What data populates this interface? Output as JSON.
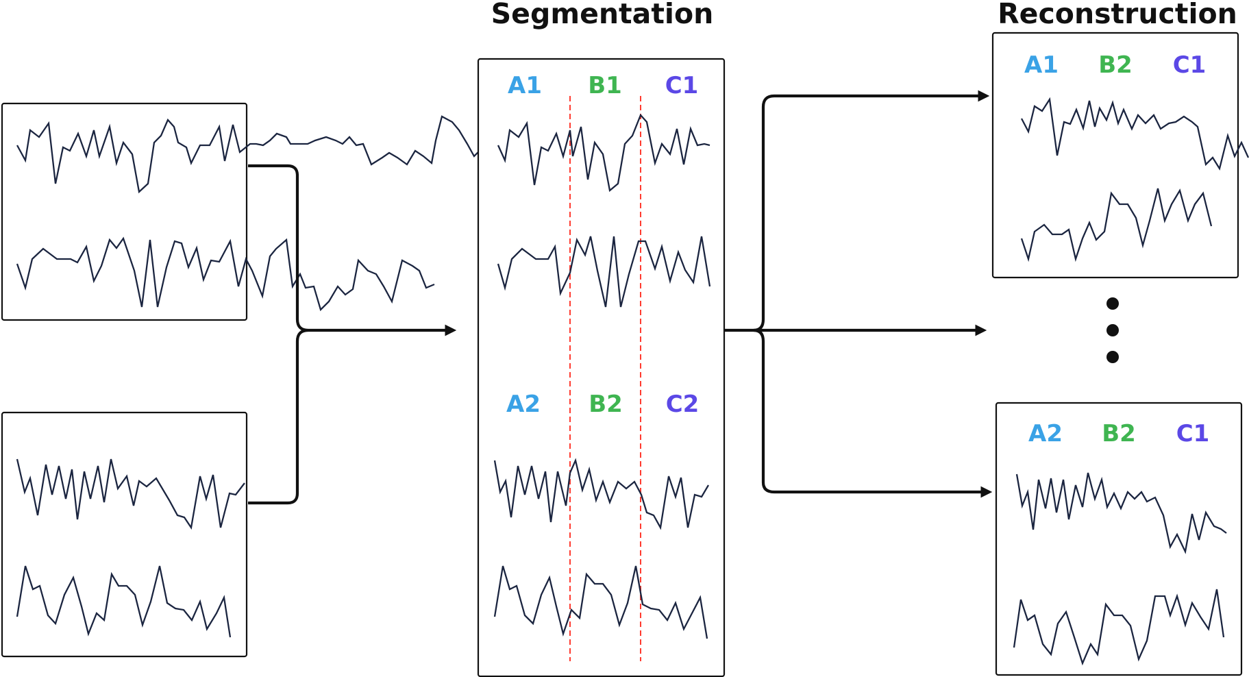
{
  "titles": {
    "segmentation": "Segmentation",
    "reconstruction": "Reconstruction"
  },
  "colors": {
    "A": "#3aa2e6",
    "B": "#3fb551",
    "C": "#5b48e6",
    "cut_line": "#ff3b30",
    "wave": "#1b2540"
  },
  "segmentation": {
    "top_labels": [
      "A1",
      "B1",
      "C1"
    ],
    "bottom_labels": [
      "A2",
      "B2",
      "C2"
    ]
  },
  "reconstruction": {
    "top_labels": [
      "A1",
      "B2",
      "C1"
    ],
    "bottom_labels": [
      "A2",
      "B2",
      "C1"
    ]
  },
  "ellipsis": "continuation-dots"
}
